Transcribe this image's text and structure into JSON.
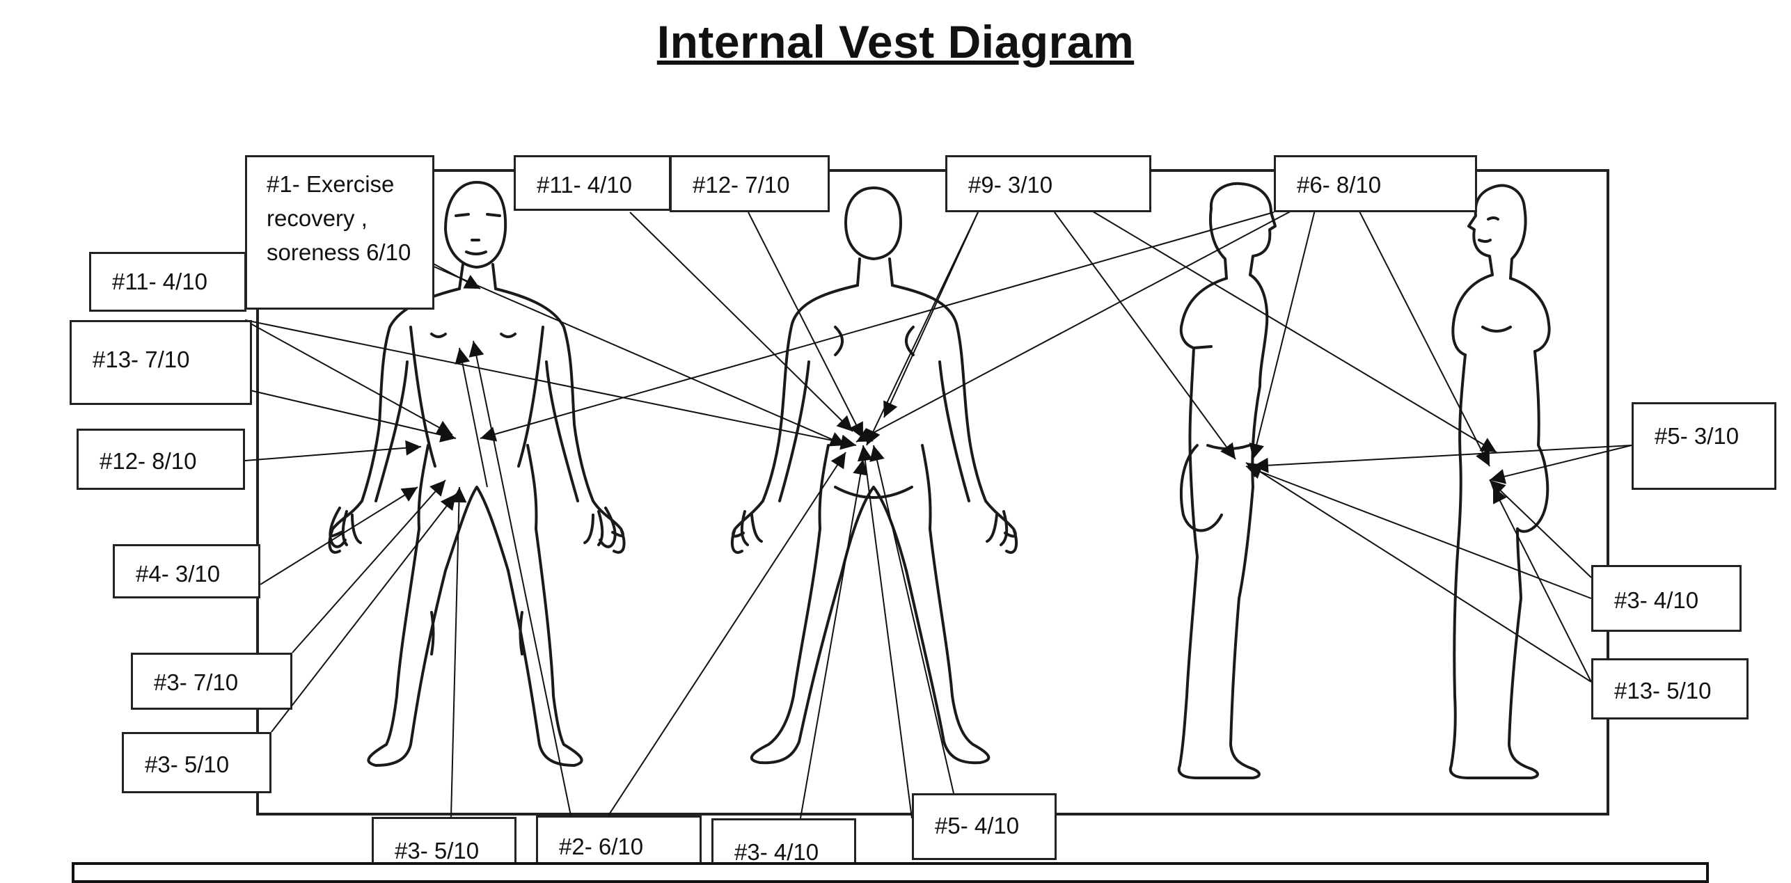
{
  "title": "Internal Vest Diagram",
  "labels": {
    "l1": "#1- Exercise recovery , soreness 6/10",
    "l11a": "#11- 4/10",
    "l11b": "#11- 4/10",
    "l12a": "#12- 7/10",
    "l12b": "#12- 8/10",
    "l13a": "#13- 7/10",
    "l13b": "#13- 5/10",
    "l9": "#9- 3/10",
    "l6": "#6- 8/10",
    "l5a": "#5- 3/10",
    "l5b": "#5- 4/10",
    "l4": "#4- 3/10",
    "l3a": "#3- 7/10",
    "l3b": "#3- 5/10",
    "l3c": "#3- 5/10",
    "l3d": "#3- 4/10",
    "l3e": "#3- 4/10",
    "l2": "#2- 6/10"
  },
  "colors": {
    "line": "#111111",
    "figure": "#1a1a1a",
    "background": "#ffffff"
  },
  "figures": [
    "front-view-figure",
    "back-view-figure",
    "left-side-figure",
    "right-side-figure"
  ]
}
